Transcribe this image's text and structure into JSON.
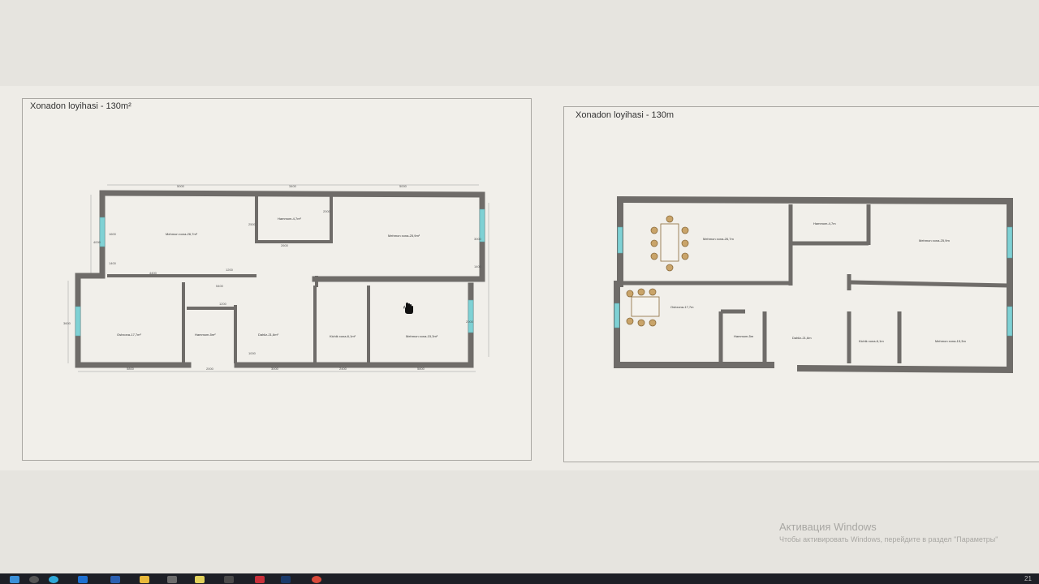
{
  "left_plan": {
    "title": "Xonadon loyihasi - 130m²",
    "rooms": {
      "mehmonxona_top": "Mehmon xona-26,7m²",
      "hammom_top": "Hammom-4,7m²",
      "mehmonxona_right": "Mehmon xona-25,9m²",
      "oshxona": "Oshxona-17,7m²",
      "hammom_bottom": "Hammom-5m²",
      "dahliz": "Dahliz-21,6m²",
      "kichik_xona": "Kichik xona-6,1m²",
      "mehmonxona_bottom": "Mehmon xona-15,3m²"
    },
    "dimensions": {
      "top_left": "5000",
      "top_mid": "3400",
      "top_right": "5000",
      "left_upper": "4000",
      "left_lower": "3600",
      "inner_1": "1600",
      "inner_2": "2500",
      "inner_3": "2600",
      "inner_4": "2000",
      "inner_5": "1400",
      "inner_6": "4400",
      "inner_7": "1200",
      "inner_8": "5400",
      "inner_9": "1200",
      "right_upper": "3000",
      "right_mid": "1400",
      "right_lower": "2000",
      "bottom_1": "5800",
      "bottom_2": "2000",
      "bottom_3": "3000",
      "bottom_4": "2400",
      "bottom_5": "5800",
      "door_gap": "1000"
    }
  },
  "right_plan": {
    "title": "Xonadon loyihasi - 130m",
    "rooms": {
      "mehmonxona_top": "Mehmon xona-26,7m",
      "hammom_top": "Hammom-4,7m",
      "mehmonxona_right": "Mehmon xona-25,9m",
      "oshxona": "Oshxona-17,7m",
      "hammom_bottom": "Hammom-5m",
      "dahliz": "Dahliz-21,6m",
      "kichik_xona": "Kichik xona-6,1m",
      "mehmonxona_bottom": "Mehmon xona-15,3m"
    }
  },
  "windows_activation": {
    "title": "Активация Windows",
    "text": "Чтобы активировать Windows, перейдите в раздел \"Параметры\""
  },
  "taskbar": {
    "tray_time": "21"
  },
  "colors": {
    "wall": "#6f6c69",
    "window_glass": "#7fd1d4",
    "furniture": "#a27a44"
  }
}
